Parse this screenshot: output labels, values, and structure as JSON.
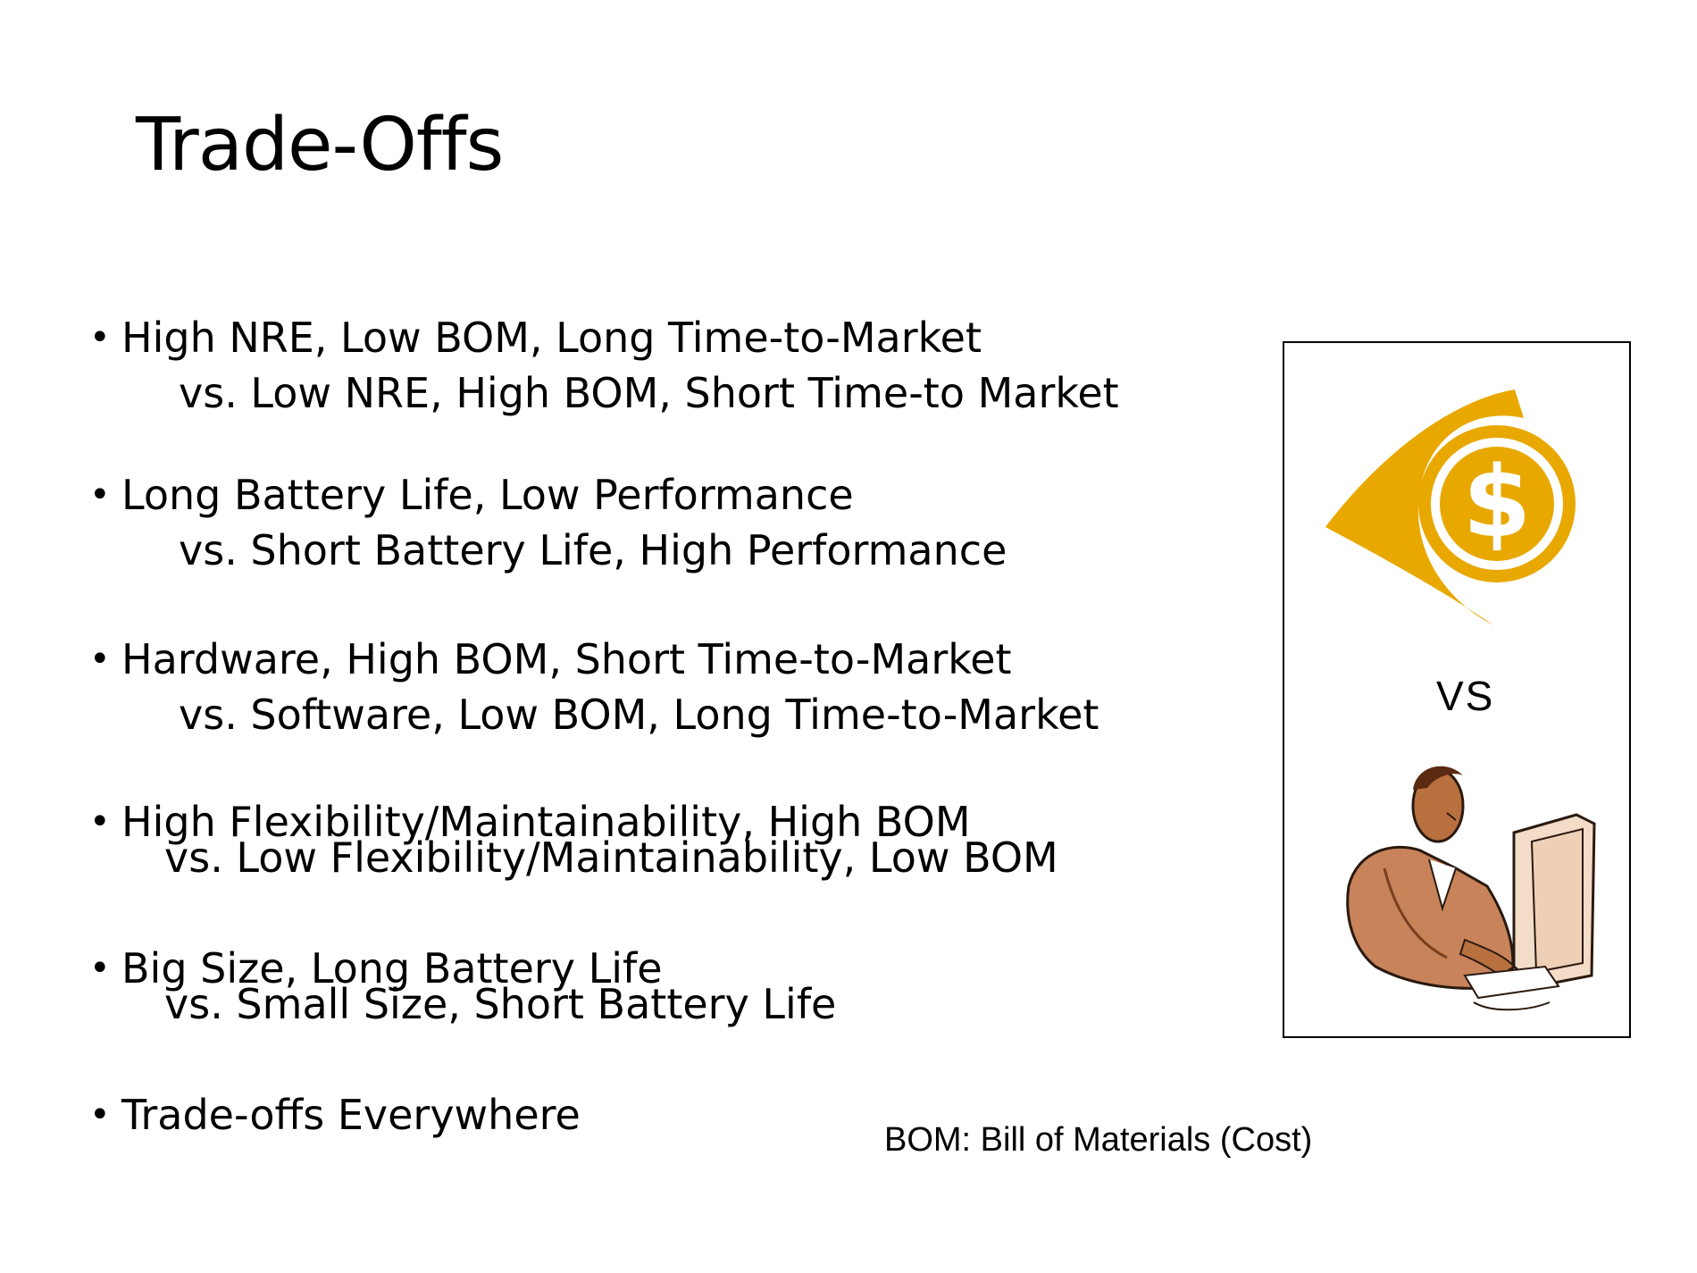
{
  "title": "Trade-Offs",
  "bullets": [
    {
      "main": "High NRE, Low BOM, Long Time-to-Market",
      "sub": "vs. Low NRE, High BOM, Short Time-to Market"
    },
    {
      "main": "Long Battery Life, Low Performance",
      "sub": "vs. Short Battery Life, High Performance"
    },
    {
      "main": "Hardware, High BOM, Short Time-to-Market",
      "sub": "vs. Software, Low BOM, Long Time-to-Market"
    },
    {
      "main": "High Flexibility/Maintainability, High BOM",
      "sub": "vs. Low Flexibility/Maintainability, Low BOM"
    },
    {
      "main": "Big Size, Long Battery Life",
      "sub": "vs. Small Size, Short Battery Life"
    },
    {
      "main": "Trade-offs Everywhere"
    }
  ],
  "bullet_marker": "•",
  "image_panel": {
    "top_icon": "dollar-coin-icon",
    "vs_label": "VS",
    "bottom_icon": "person-at-computer-icon",
    "accent_color": "#E8A800"
  },
  "footnote": "BOM: Bill of Materials (Cost)"
}
